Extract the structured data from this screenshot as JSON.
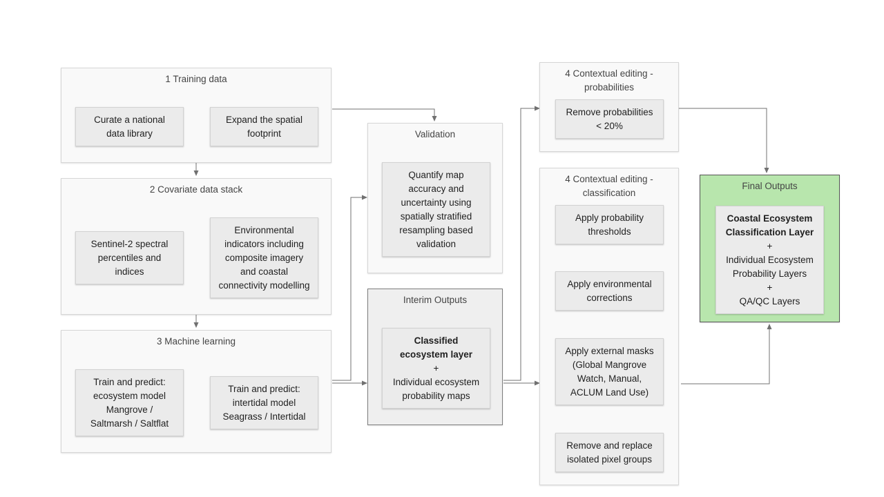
{
  "training": {
    "title": "1 Training data",
    "curate": "Curate a national\ndata library",
    "expand": "Expand the spatial\nfootprint"
  },
  "covariate": {
    "title": "2 Covariate data stack",
    "sentinel": "Sentinel-2 spectral\npercentiles and\nindices",
    "environmental": "Environmental\nindicators including\ncomposite imagery\nand coastal\nconnectivity modelling"
  },
  "ml": {
    "title": "3 Machine learning",
    "ecosystem_model": "Train and predict:\necosystem model\nMangrove /\nSaltmarsh / Saltflat",
    "intertidal_model": "Train and predict:\nintertidal model\nSeagrass / Intertidal"
  },
  "validation": {
    "title": "Validation",
    "quantify": "Quantify map\naccuracy and\nuncertainty using\nspatially stratified\nresampling based\nvalidation"
  },
  "interim": {
    "title": "Interim Outputs",
    "classified": "Classified\necosystem layer",
    "plus": "+",
    "individual": "Individual ecosystem\nprobability maps"
  },
  "ce_prob": {
    "title": "4 Contextual editing -\nprobabilities",
    "remove": "Remove probabilities\n< 20%"
  },
  "ce_class": {
    "title": "4 Contextual editing -\nclassification",
    "thresholds": "Apply probability\nthresholds",
    "env_corrections": "Apply environmental\ncorrections",
    "masks": "Apply external masks\n(Global Mangrove\nWatch, Manual,\nACLUM Land Use)",
    "isolated": "Remove and replace\nisolated pixel groups"
  },
  "final": {
    "title": "Final Outputs",
    "coastal": "Coastal Ecosystem\nClassification Layer",
    "plus1": "+",
    "individual": "Individual Ecosystem\nProbability Layers",
    "plus2": "+",
    "qaqc": "QA/QC Layers"
  },
  "colors": {
    "panel_bg": "#f9f9f9",
    "step_bg": "#ebebeb",
    "final_bg": "#b8e6ad",
    "connector": "#707070"
  }
}
